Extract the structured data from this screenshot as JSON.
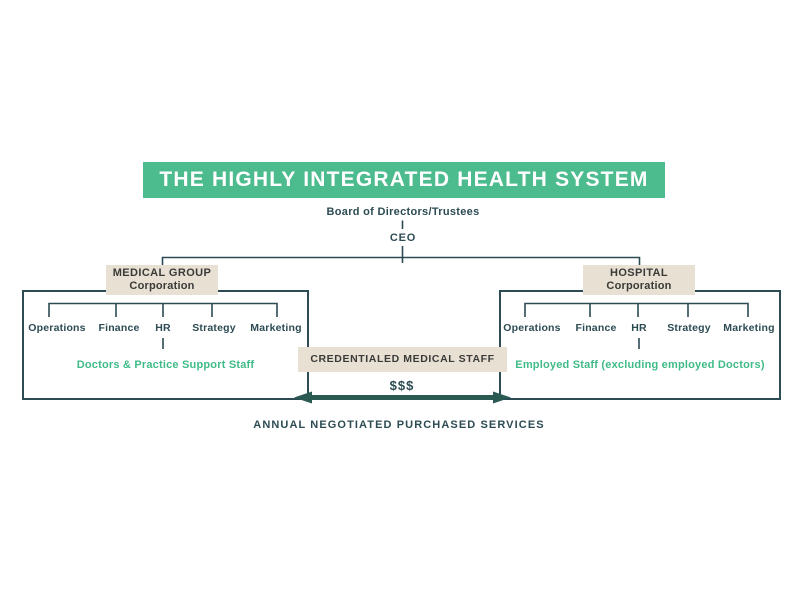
{
  "title": "THE HIGHLY INTEGRATED HEALTH SYSTEM",
  "governance": {
    "board": "Board of Directors/Trustees",
    "ceo": "CEO"
  },
  "medical_group": {
    "name_line1": "MEDICAL GROUP",
    "name_line2": "Corporation",
    "departments": [
      "Operations",
      "Finance",
      "HR",
      "Strategy",
      "Marketing"
    ],
    "staff_note": "Doctors & Practice Support Staff"
  },
  "hospital": {
    "name_line1": "HOSPITAL",
    "name_line2": "Corporation",
    "departments": [
      "Operations",
      "Finance",
      "HR",
      "Strategy",
      "Marketing"
    ],
    "staff_note": "Employed Staff (excluding employed Doctors)"
  },
  "center": {
    "credentialed_staff": "CREDENTIALED MEDICAL STAFF",
    "money": "$$$",
    "services_caption": "ANNUAL NEGOTIATED PURCHASED SERVICES"
  },
  "colors": {
    "banner_green": "#4cbb8d",
    "line_teal": "#2c4b53",
    "box_beige": "#e7e0d3",
    "box_text": "#3a3a38",
    "green_text": "#3fbb87",
    "arrow_teal": "#2b5a53"
  }
}
